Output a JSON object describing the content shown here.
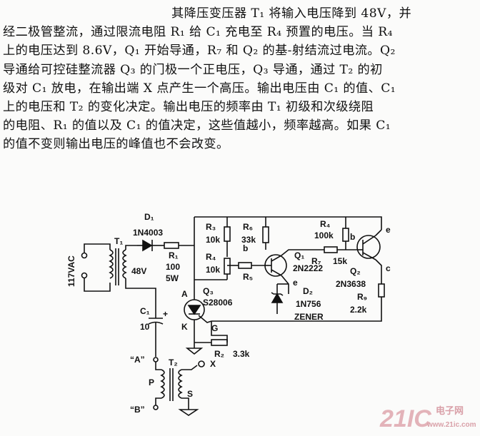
{
  "paragraph": {
    "lines": [
      "其降压变压器 T₁ 将输入电压降到 48V，并",
      "经二极管整流，通过限流电阻 R₁ 给 C₁ 充电至 R₄ 预置的电压。当 R₄",
      "上的电压达到 8.6V，Q₁ 开始导通，R₇ 和 Q₂ 的基-射结流过电流。Q₂",
      "导通给可控硅整流器 Q₃ 的门极一个正电压，Q₃ 导通，通过 T₂ 的初",
      "级对 C₁ 放电，在输出端 X 点产生一个高压。输出电压由 C₁ 的值、C₁",
      "上的电压和 T₂ 的变化决定。输出电压的频率由 T₁ 初级和次级绕阻",
      "的电阻、R₁ 的值以及 C₁ 的值决定，这些值越小，频率越高。如果 C₁",
      "的值不变则输出电压的峰值也不会改变。"
    ]
  },
  "schematic": {
    "input": "117VAC",
    "T1": "T₁",
    "T1_secondary": "48V",
    "D1": "D₁",
    "D1_part": "1N4003",
    "R1": "R₁",
    "R1_val": "100",
    "R1_power": "5W",
    "R3": "R₃",
    "R3_val": "10k",
    "R4_left": "R₄",
    "R4_left_val": "10k",
    "R6": "R₆",
    "R6_val": "33k",
    "R4_top": "R₄",
    "R4_top_val": "100k",
    "R5": "R₅",
    "R7": "R₇",
    "R7_val": "15k",
    "b1": "b",
    "b2": "b",
    "e1": "e",
    "e2": "e",
    "c2": "c",
    "Q1": "Q₁",
    "Q1_part": "2N2222",
    "Q2": "Q₂",
    "Q2_part": "2N3638",
    "D2": "D₂",
    "D2_part": "1N756",
    "D2_type": "ZENER",
    "R9": "R₉",
    "R9_val": "2.2k",
    "A": "A",
    "K": "K",
    "G": "G",
    "Q3": "Q₃",
    "Q3_part": "S28006",
    "C1": "C₁",
    "C1_val": "10",
    "plus": "+",
    "R2": "R₂",
    "R2_val": "3.3k",
    "T2": "T₂",
    "A_quote": "“A”",
    "B_quote": "“B”",
    "P": "P",
    "S": "S",
    "X": "X"
  },
  "watermark": {
    "brand": "21IC",
    "cn": "电子网",
    "url": "www.21ic.com",
    "color": "#d9a0a8"
  }
}
